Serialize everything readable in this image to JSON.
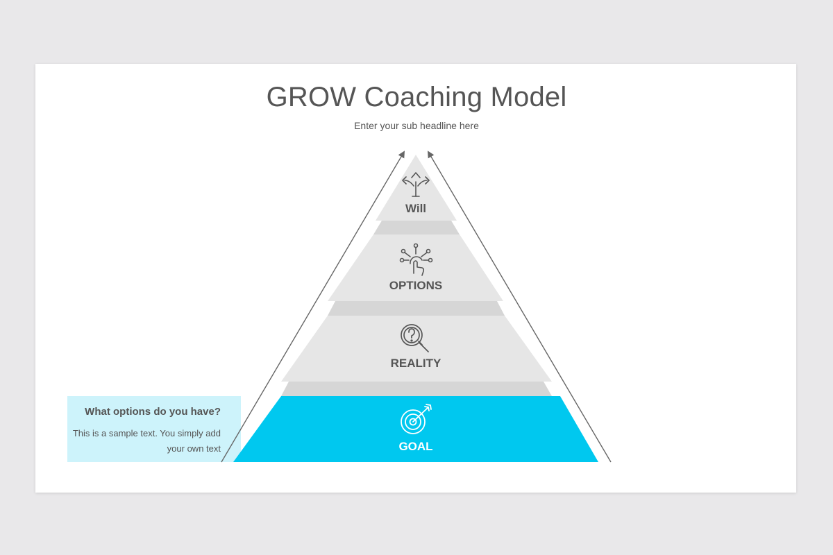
{
  "slide": {
    "title": "GROW Coaching Model",
    "subtitle": "Enter your sub headline here"
  },
  "levels": [
    {
      "label": "Will",
      "icon": "crossroads-arrows-icon"
    },
    {
      "label": "OPTIONS",
      "icon": "touch-options-icon"
    },
    {
      "label": "REALITY",
      "icon": "magnifier-question-icon"
    },
    {
      "label": "GOAL",
      "icon": "target-arrow-icon"
    }
  ],
  "callout": {
    "title": "What options do you have?",
    "body": "This is a sample text. You simply add your own text"
  },
  "colors": {
    "accent": "#00c8ef",
    "callout_bg": "#cdf3fb",
    "level_fill": "#e6e6e6",
    "separator_fill": "#d6d6d6",
    "text": "#555555",
    "background": "#e9e8ea"
  }
}
